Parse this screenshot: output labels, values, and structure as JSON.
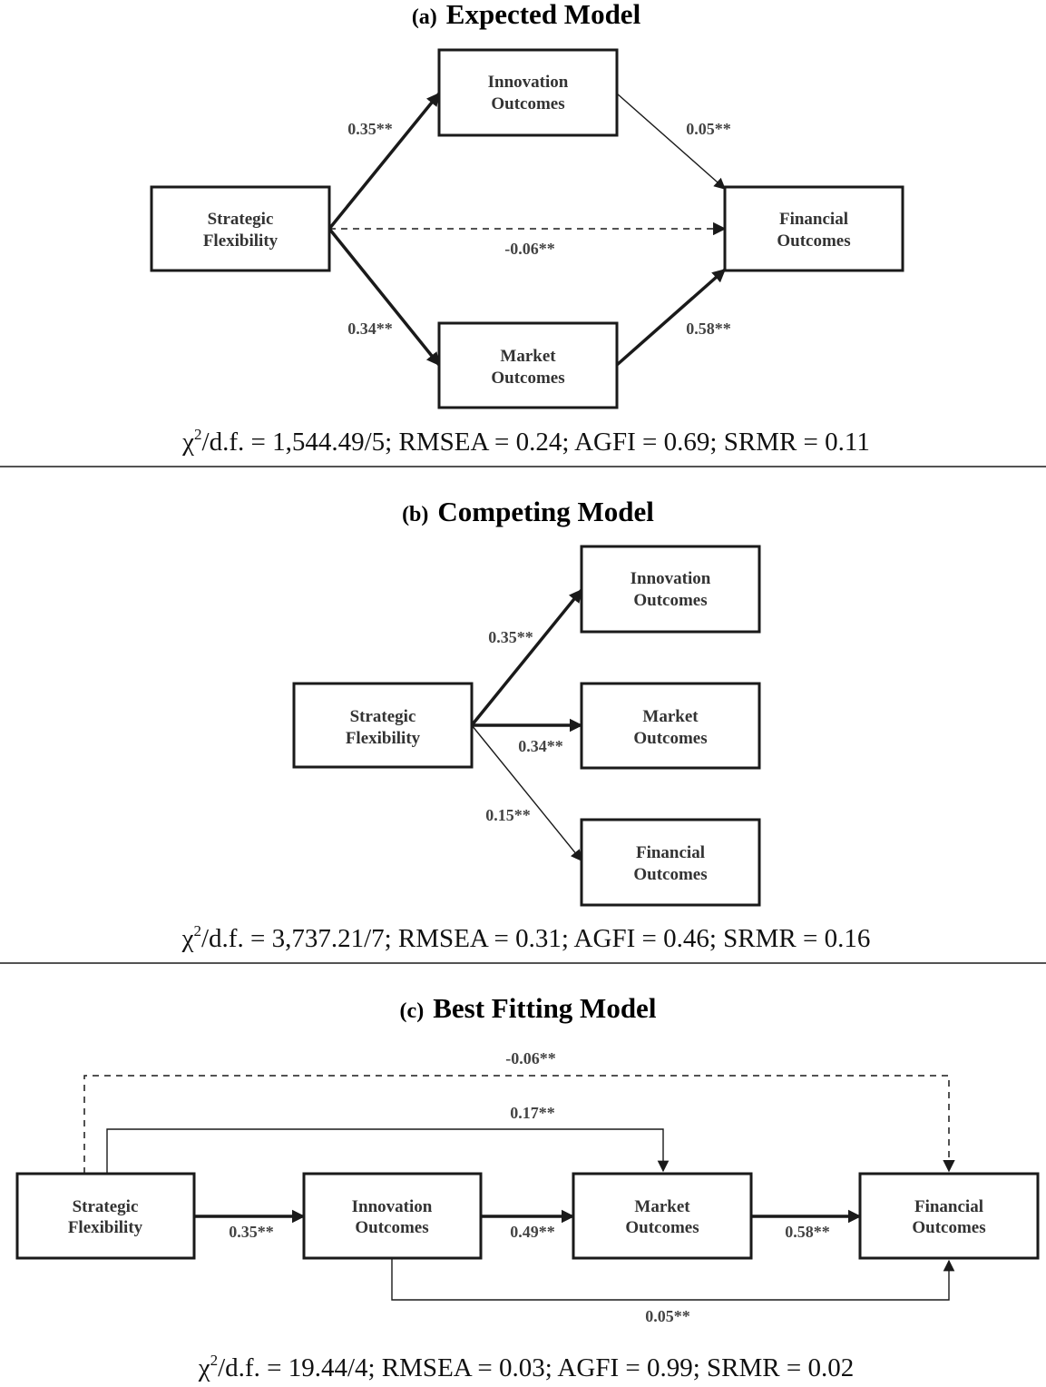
{
  "panels": [
    {
      "title_prefix": "(a)",
      "title_main": "Expected Model",
      "nodes": {
        "sf": [
          "Strategic",
          "Flexibility"
        ],
        "io": [
          "Innovation",
          "Outcomes"
        ],
        "mo": [
          "Market",
          "Outcomes"
        ],
        "fo": [
          "Financial",
          "Outcomes"
        ]
      },
      "paths": {
        "sf_io": "0.35**",
        "io_fo": "0.05**",
        "sf_fo": "-0.06**",
        "sf_mo": "0.34**",
        "mo_fo": "0.58**"
      },
      "fit": {
        "chi": "χ",
        "sup": "2",
        "rest": "/d.f. = 1,544.49/5; RMSEA = 0.24; AGFI = 0.69; SRMR = 0.11"
      }
    },
    {
      "title_prefix": "(b)",
      "title_main": "Competing Model",
      "nodes": {
        "sf": [
          "Strategic",
          "Flexibility"
        ],
        "io": [
          "Innovation",
          "Outcomes"
        ],
        "mo": [
          "Market",
          "Outcomes"
        ],
        "fo": [
          "Financial",
          "Outcomes"
        ]
      },
      "paths": {
        "sf_io": "0.35**",
        "sf_mo": "0.34**",
        "sf_fo": "0.15**"
      },
      "fit": {
        "chi": "χ",
        "sup": "2",
        "rest": "/d.f. = 3,737.21/7; RMSEA = 0.31; AGFI = 0.46; SRMR = 0.16"
      }
    },
    {
      "title_prefix": "(c)",
      "title_main": "Best Fitting Model",
      "nodes": {
        "sf": [
          "Strategic",
          "Flexibility"
        ],
        "io": [
          "Innovation",
          "Outcomes"
        ],
        "mo": [
          "Market",
          "Outcomes"
        ],
        "fo": [
          "Financial",
          "Outcomes"
        ]
      },
      "paths": {
        "sf_fo": "-0.06**",
        "sf_mo": "0.17**",
        "sf_io": "0.35**",
        "io_mo": "0.49**",
        "mo_fo": "0.58**",
        "io_fo": "0.05**"
      },
      "fit": {
        "chi": "χ",
        "sup": "2",
        "rest": "/d.f. = 19.44/4; RMSEA = 0.03; AGFI = 0.99; SRMR = 0.02"
      }
    }
  ],
  "colors": {
    "line": "#1a1a1a",
    "text": "#333333",
    "background": "#ffffff"
  }
}
